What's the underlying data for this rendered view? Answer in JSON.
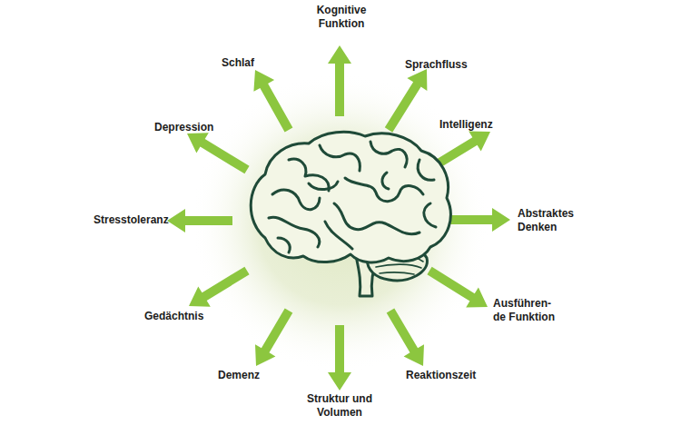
{
  "diagram": {
    "labels": [
      "Kognitive Funktion",
      "Sprachfluss",
      "Intelligenz",
      "Abstraktes Denken",
      "Ausführen- de Funktion",
      "Reaktionszeit",
      "Struktur und Volumen",
      "Demenz",
      "Gedächtnis",
      "Stresstoleranz",
      "Depression",
      "Schlaf"
    ]
  }
}
